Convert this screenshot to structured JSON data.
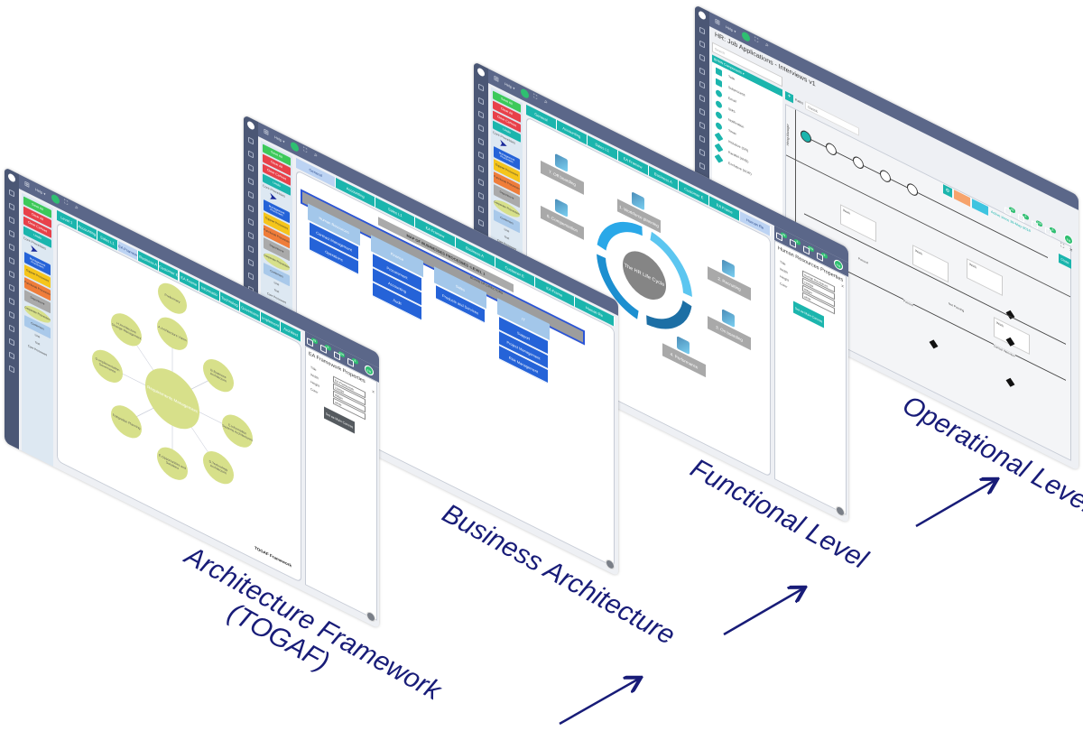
{
  "colors": {
    "navy": "#181c78",
    "teal": "#1bb5ad",
    "dark": "#4b5775",
    "header": "#5b6789",
    "blue": "#2563d8",
    "green": "#3cc95a",
    "red": "#e8414a"
  },
  "common": {
    "menu": "Help",
    "sidebar_buttons": [
      {
        "label": "Save All",
        "color": "#3cc95a"
      },
      {
        "label": "Clear All",
        "color": "#e8414a"
      },
      {
        "label": "Clear Canvas",
        "color": "#e8414a"
      },
      {
        "label": "Undo",
        "color": "#1bb5ad"
      }
    ],
    "palette_title": "Core Processes",
    "palette": [
      {
        "label": "Management Processes",
        "color": "#2563d8"
      },
      {
        "label": "Support Processes",
        "color": "#f5c51b"
      },
      {
        "label": "Functional Processes",
        "color": "#ef7d3a"
      },
      {
        "label": "Department",
        "color": "#aaaaaa"
      },
      {
        "label": "Corporate Processes",
        "color": "#d7e08a"
      },
      {
        "label": "Customers",
        "color": "#a9c9ea"
      },
      {
        "label": "Line",
        "color": ""
      },
      {
        "label": "Text",
        "color": ""
      },
      {
        "label": "Core Processes",
        "color": ""
      }
    ],
    "badges": [
      "43",
      "6",
      "109",
      "6"
    ],
    "avatar": "EM",
    "prop_fields": [
      "Title",
      "Width",
      "Height",
      "Color"
    ],
    "set_main_canvas": "Set as Main Canvas"
  },
  "panels": [
    {
      "kind": "togaf",
      "tabs": [
        "Level 1",
        "Accounting",
        "Sales L1",
        "EA Framew",
        "Business A",
        "Customer E",
        "EA Frame",
        "Informatio",
        "Technolog",
        "Governanc",
        "Implement",
        "Architect"
      ],
      "active_tab": 3,
      "props": {
        "title": "EA Framework Properties",
        "values": [
          "EA Framework",
          "1190px",
          "800px",
          "white"
        ],
        "button_color": "#555a5f"
      },
      "center": "Requirements Management",
      "phases": [
        "Preliminary",
        "A.Architecture Vision",
        "B.Business Architecture",
        "C.Information Systems Architectures",
        "D.Technology Architecture",
        "E.Opportunities and Solutions",
        "F.Migration Planning",
        "G.Implementation Governance",
        "H.Architecture Change Management"
      ],
      "caption": "TOGAF Framework"
    },
    {
      "kind": "map",
      "tabs": [
        "General",
        "Accounting",
        "Sales L1",
        "EA Framew",
        "Business A",
        "Customer E",
        "EA Frame",
        "Human Re"
      ],
      "active_tab": 0,
      "title": "MAP OF BUSINESSES PROCESSES -LEVEL 1",
      "board": "BOARD OF DIRECTORS",
      "departments": [
        {
          "name": "Human Resources",
          "processes": [
            "Contract Management",
            "Operations"
          ]
        },
        {
          "name": "Finance",
          "processes": [
            "Procurement",
            "Accounting",
            "Audit"
          ]
        },
        {
          "name": "Sales",
          "processes": [
            "Products and Services"
          ]
        },
        {
          "name": "IT",
          "processes": [
            "Support",
            "Project Management",
            "Risk Management"
          ]
        }
      ]
    },
    {
      "kind": "hr",
      "tabs": [
        "General",
        "Accounting",
        "Sales L1",
        "EA Framew",
        "Business A",
        "Customer E",
        "EA Frame",
        "Human Re"
      ],
      "active_tab": 7,
      "props": {
        "title": "Human Resources Properties",
        "values": [
          "Human Resources",
          "1190px",
          "800px",
          "white"
        ],
        "button_color": "#1bb5ad"
      },
      "center": "The HR Life Cycle",
      "stages": [
        "1. Workforce planning",
        "2. Recruiting",
        "3. On boarding",
        "4. Performance",
        "6. Compensation",
        "7. Off boarding"
      ]
    },
    {
      "kind": "bpmn",
      "title": "HR: Job Applications - Interviews v1",
      "search_placeholder": "Search",
      "components_header": "BPMN Components",
      "components": [
        "Task",
        "Subprocess",
        "Email",
        "SMS",
        "Notification",
        "Timer",
        "Inclusive (OR)",
        "Parallel (AND)",
        "Exclusive (XOR)"
      ],
      "paths_label": "Paths",
      "paths_value": "Classic",
      "lane": "Hiring Manager",
      "status": "Active since 28-May-2018",
      "close": "Close",
      "task_title": "Work",
      "flow_labels": [
        "Passed",
        "Passed",
        "Not Passing",
        "Cancel Interview"
      ]
    }
  ],
  "labels": {
    "togaf": [
      "Architecture Framework",
      "(TOGAF)"
    ],
    "business": "Business Architecture",
    "functional": "Functional Level",
    "operational": "Operational Level"
  }
}
